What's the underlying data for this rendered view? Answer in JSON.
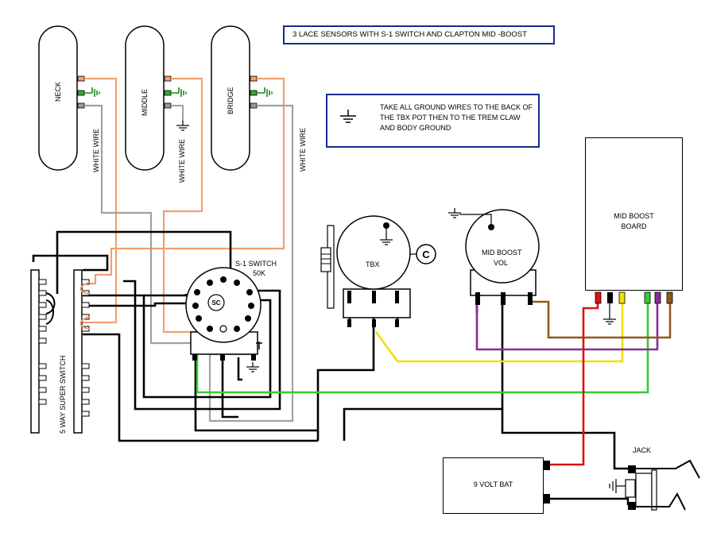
{
  "title": "3 LACE SENSORS WITH S-1 SWITCH AND CLAPTON MID -BOOST",
  "note": "TAKE ALL GROUND WIRES TO THE BACK OF THE TBX POT THEN TO THE TREM CLAW AND BODY GROUND",
  "pickups": {
    "neck": "NECK",
    "middle": "MIDDLE",
    "bridge": "BRIDGE",
    "white_wire": "WHITE WIRE"
  },
  "s1_switch": {
    "label": "S-1 SWITCH",
    "value": "50K",
    "center": "SC"
  },
  "tbx": "TBX",
  "tbx_cap": "C",
  "mid_boost_vol": {
    "line1": "MID BOOST",
    "line2": "VOL"
  },
  "mid_boost_board": {
    "line1": "MID BOOST",
    "line2": "BOARD"
  },
  "battery": "9 VOLT BAT",
  "jack": "JACK",
  "five_way": "5 WAY SUPER SWITCH",
  "colors": {
    "orange": "#f0a070",
    "gray": "#a0a0a0",
    "green": "#33cc33",
    "yellow": "#f0e000",
    "purple": "#8a2a9a",
    "brown": "#8b5a1a",
    "red": "#dd1111",
    "black": "#000000",
    "box_border": "#1a2a8a"
  }
}
